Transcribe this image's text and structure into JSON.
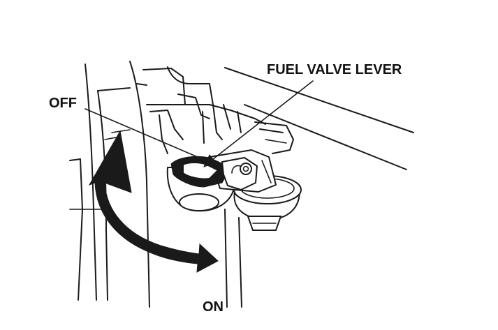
{
  "labels": {
    "fuel_valve_lever": "FUEL VALVE LEVER",
    "off": "OFF",
    "on": "ON"
  },
  "colors": {
    "line": "#1a1a1a",
    "background": "#ffffff",
    "arrow": "#1a1a1a"
  },
  "icons": {
    "double_arrow": "double-headed-curved-arrow-icon"
  }
}
